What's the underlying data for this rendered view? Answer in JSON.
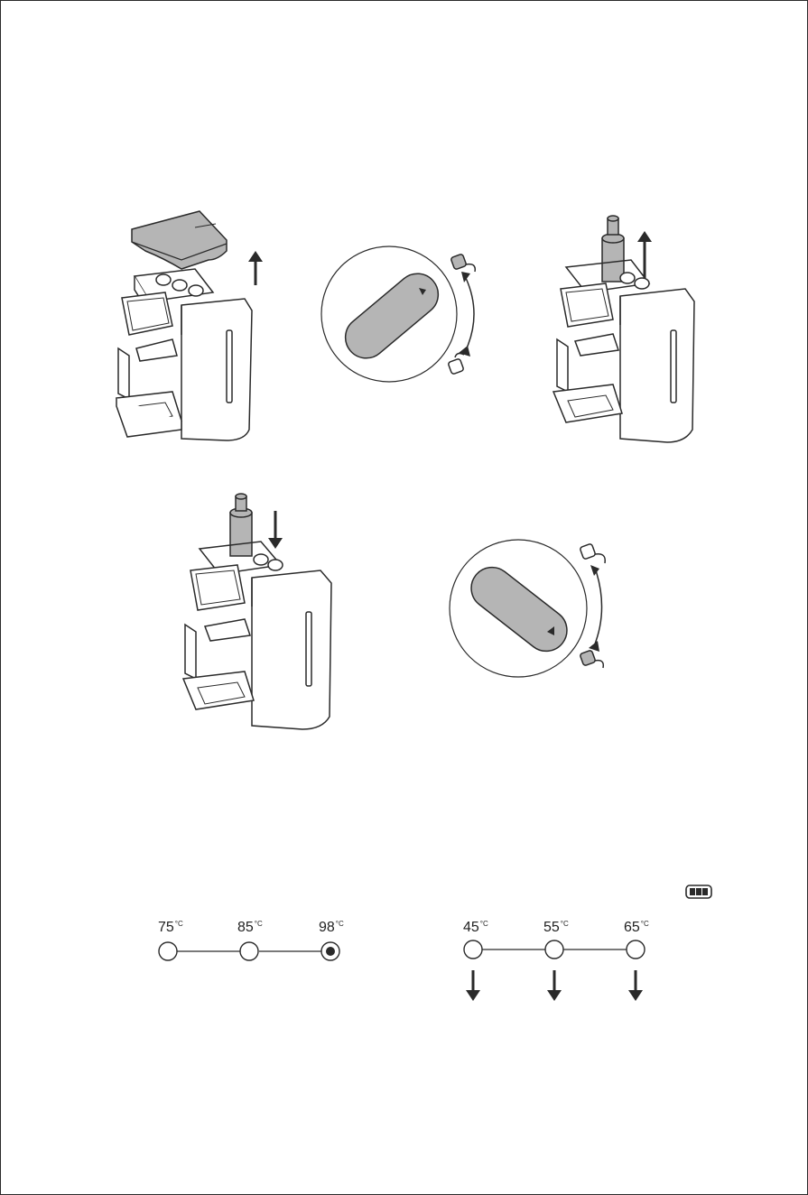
{
  "temperature_hot": {
    "options": [
      {
        "value": "75",
        "unit": "°C",
        "selected": false
      },
      {
        "value": "85",
        "unit": "°C",
        "selected": false
      },
      {
        "value": "98",
        "unit": "°C",
        "selected": true
      }
    ]
  },
  "temperature_warm": {
    "options": [
      {
        "value": "45",
        "unit": "°C",
        "selected": false
      },
      {
        "value": "55",
        "unit": "°C",
        "selected": false
      },
      {
        "value": "65",
        "unit": "°C",
        "selected": false
      }
    ]
  },
  "icons": {
    "battery": "battery-icon",
    "arrow_up": "arrow-up-icon",
    "arrow_down": "arrow-down-icon",
    "cup_unlock": "cup-icon",
    "cup_lock": "cup-icon"
  },
  "colors": {
    "line": "#2a2a2a",
    "fill_grey": "#b5b5b5",
    "body_white": "#ffffff"
  }
}
